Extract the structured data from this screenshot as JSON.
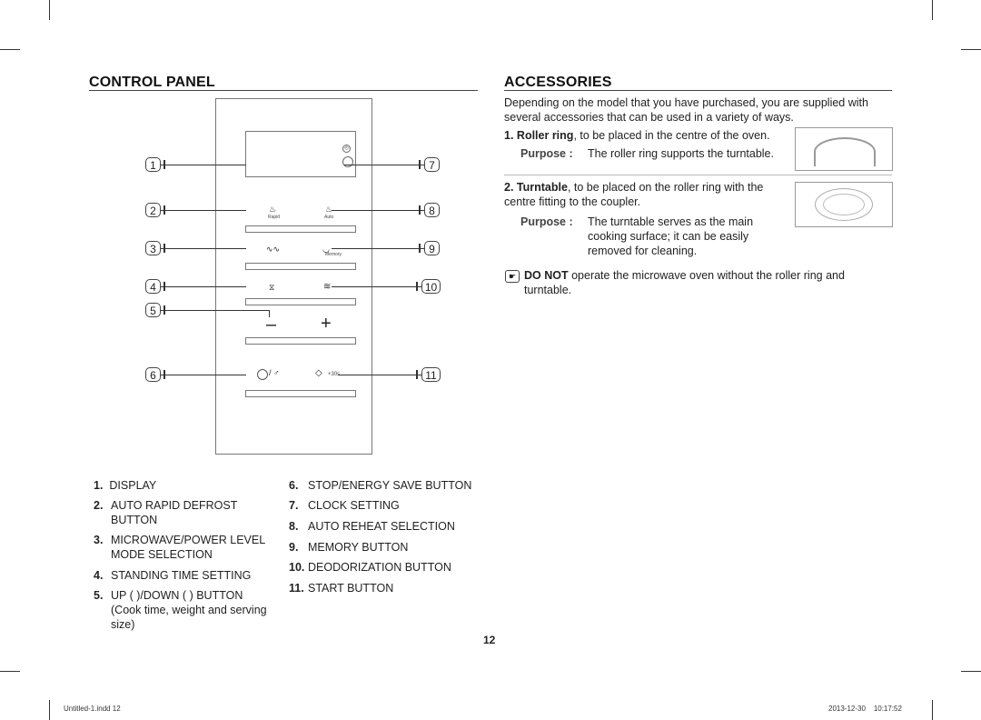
{
  "left": {
    "title": "CONTROL PANEL",
    "callouts": [
      "1",
      "2",
      "3",
      "4",
      "5",
      "6",
      "7",
      "8",
      "9",
      "10",
      "11"
    ],
    "panel_labels": {
      "rapid": "Rapid",
      "auto": "Auto",
      "memory": "Memory",
      "plus30": "+30s",
      "minus": "–",
      "plus": "+"
    },
    "legend_col1": [
      {
        "num": "1.",
        "text": "DISPLAY"
      },
      {
        "num": "2.",
        "text": "AUTO RAPID DEFROST BUTTON"
      },
      {
        "num": "3.",
        "text": "MICROWAVE/POWER LEVEL MODE SELECTION"
      },
      {
        "num": "4.",
        "text": "STANDING TIME SETTING"
      },
      {
        "num": "5.",
        "text": "UP ( )/DOWN ( ) BUTTON (Cook time, weight and serving size)"
      }
    ],
    "legend_col2": [
      {
        "num": "6.",
        "text": "STOP/ENERGY SAVE BUTTON"
      },
      {
        "num": "7.",
        "text": "CLOCK SETTING"
      },
      {
        "num": "8.",
        "text": "AUTO REHEAT SELECTION"
      },
      {
        "num": "9.",
        "text": "MEMORY BUTTON"
      },
      {
        "num": "10.",
        "text": "DEODORIZATION BUTTON"
      },
      {
        "num": "11.",
        "text": "START BUTTON"
      }
    ]
  },
  "right": {
    "title": "ACCESSORIES",
    "intro": "Depending on the model that you have purchased, you are supplied with several accessories that can be used in a variety of ways.",
    "items": [
      {
        "num": "1.",
        "name": "Roller ring",
        "desc": ", to be placed in the centre of the oven.",
        "purpose_label": "Purpose :",
        "purpose": "The roller ring supports the turntable."
      },
      {
        "num": "2.",
        "name": "Turntable",
        "desc": ", to be placed on the roller ring with the centre fitting to the coupler.",
        "purpose_label": "Purpose :",
        "purpose": "The turntable serves as the main cooking surface; it can be easily removed for cleaning."
      }
    ],
    "note_bold": "DO NOT",
    "note": " operate the microwave oven without the roller ring and turntable."
  },
  "page_number": "12",
  "footer": {
    "file": "Untitled-1.indd   12",
    "timestamp": "2013-12-30      10:17:52"
  }
}
